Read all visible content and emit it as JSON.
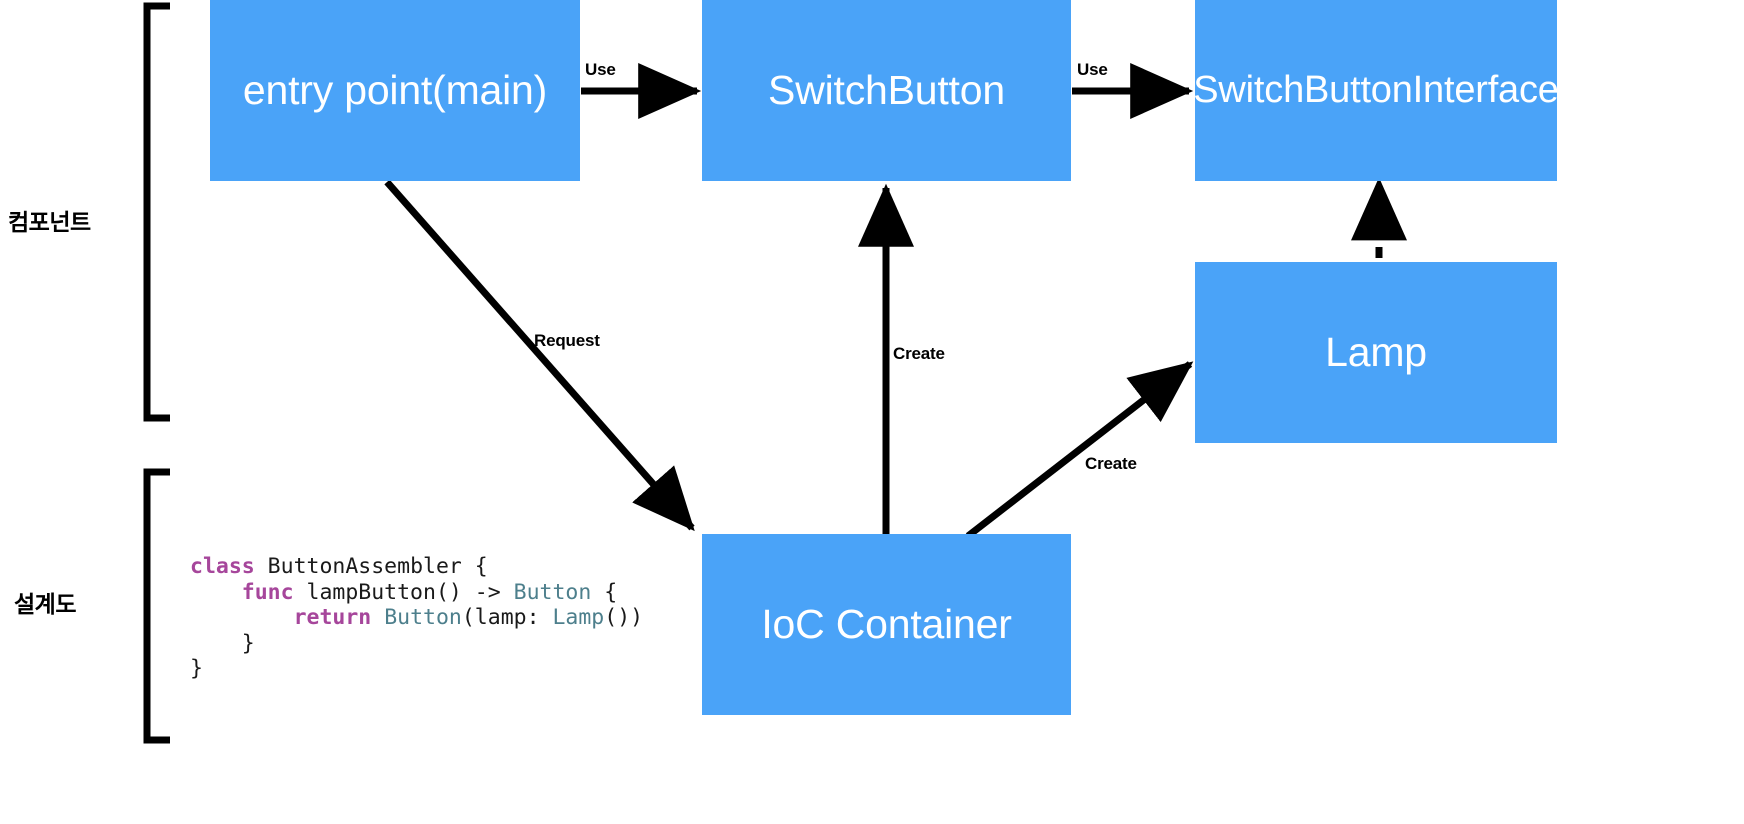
{
  "diagram": {
    "title": "IoC Container / Dependency Injection component diagram",
    "background": "#ffffff",
    "node_fill": "#4AA3F8",
    "node_text_color": "#ffffff",
    "line_color": "#000000"
  },
  "sections": [
    {
      "id": "component",
      "label": "컴포넌트"
    },
    {
      "id": "design",
      "label": "설계도"
    }
  ],
  "nodes": [
    {
      "id": "entry",
      "label": "entry point(main)"
    },
    {
      "id": "switch",
      "label": "SwitchButton"
    },
    {
      "id": "iface",
      "label": "SwitchButtonInterface"
    },
    {
      "id": "lamp",
      "label": "Lamp"
    },
    {
      "id": "ioc",
      "label": "IoC Container"
    }
  ],
  "edges": [
    {
      "id": "entry-switch",
      "from": "entry",
      "to": "switch",
      "label": "Use",
      "style": "solid"
    },
    {
      "id": "switch-iface",
      "from": "switch",
      "to": "iface",
      "label": "Use",
      "style": "solid"
    },
    {
      "id": "entry-ioc",
      "from": "entry",
      "to": "ioc",
      "label": "Request",
      "style": "solid"
    },
    {
      "id": "ioc-switch",
      "from": "ioc",
      "to": "switch",
      "label": "Create",
      "style": "solid"
    },
    {
      "id": "ioc-lamp",
      "from": "ioc",
      "to": "lamp",
      "label": "Create",
      "style": "solid"
    },
    {
      "id": "lamp-iface",
      "from": "lamp",
      "to": "iface",
      "label": "",
      "style": "dashed"
    }
  ],
  "code_block": {
    "language": "swift",
    "lines": [
      [
        {
          "t": "class",
          "c": "kw"
        },
        {
          "t": " ButtonAssembler {",
          "c": ""
        }
      ],
      [
        {
          "t": "    ",
          "c": ""
        },
        {
          "t": "func",
          "c": "kw"
        },
        {
          "t": " lampButton() -> ",
          "c": ""
        },
        {
          "t": "Button",
          "c": "ty"
        },
        {
          "t": " {",
          "c": ""
        }
      ],
      [
        {
          "t": "        ",
          "c": ""
        },
        {
          "t": "return",
          "c": "kw"
        },
        {
          "t": " ",
          "c": ""
        },
        {
          "t": "Button",
          "c": "ty"
        },
        {
          "t": "(lamp: ",
          "c": ""
        },
        {
          "t": "Lamp",
          "c": "ty"
        },
        {
          "t": "())",
          "c": ""
        }
      ],
      [
        {
          "t": "    }",
          "c": ""
        }
      ],
      [
        {
          "t": "}",
          "c": ""
        }
      ]
    ],
    "plain": "class ButtonAssembler {\n    func lampButton() -> Button {\n        return Button(lamp: Lamp())\n    }\n}",
    "colors": {
      "keyword": "#A6469B",
      "type": "#4D7F8C",
      "plain": "#1a1a1a"
    }
  }
}
